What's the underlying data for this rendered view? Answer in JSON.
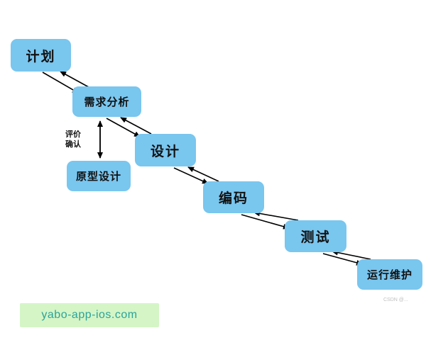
{
  "diagram": {
    "nodes": [
      {
        "id": "plan",
        "label": "计划"
      },
      {
        "id": "requirements-analysis",
        "label": "需求分析"
      },
      {
        "id": "design",
        "label": "设计"
      },
      {
        "id": "prototype-design",
        "label": "原型设计"
      },
      {
        "id": "coding",
        "label": "编码"
      },
      {
        "id": "testing",
        "label": "测试"
      },
      {
        "id": "operation-maintenance",
        "label": "运行维护"
      }
    ],
    "edges": [
      {
        "from": "计划",
        "to": "需求分析",
        "bidirectional": true
      },
      {
        "from": "需求分析",
        "to": "设计",
        "bidirectional": true
      },
      {
        "from": "需求分析",
        "to": "原型设计",
        "bidirectional": true,
        "label": "评价 确认"
      },
      {
        "from": "设计",
        "to": "编码",
        "bidirectional": true
      },
      {
        "from": "编码",
        "to": "测试",
        "bidirectional": true
      },
      {
        "from": "测试",
        "to": "运行维护",
        "bidirectional": true
      }
    ],
    "edge_label": {
      "line1": "评价",
      "line2": "确认"
    },
    "colors": {
      "node_fill": "#79c6ef",
      "node_text": "#111111",
      "arrow": "#000000"
    }
  },
  "watermarks": {
    "site_label": "yabo-app-ios.com",
    "site_bg": "#d5f5c6",
    "site_text_color": "#2ba39a",
    "corner_label": "CSDN @..."
  }
}
